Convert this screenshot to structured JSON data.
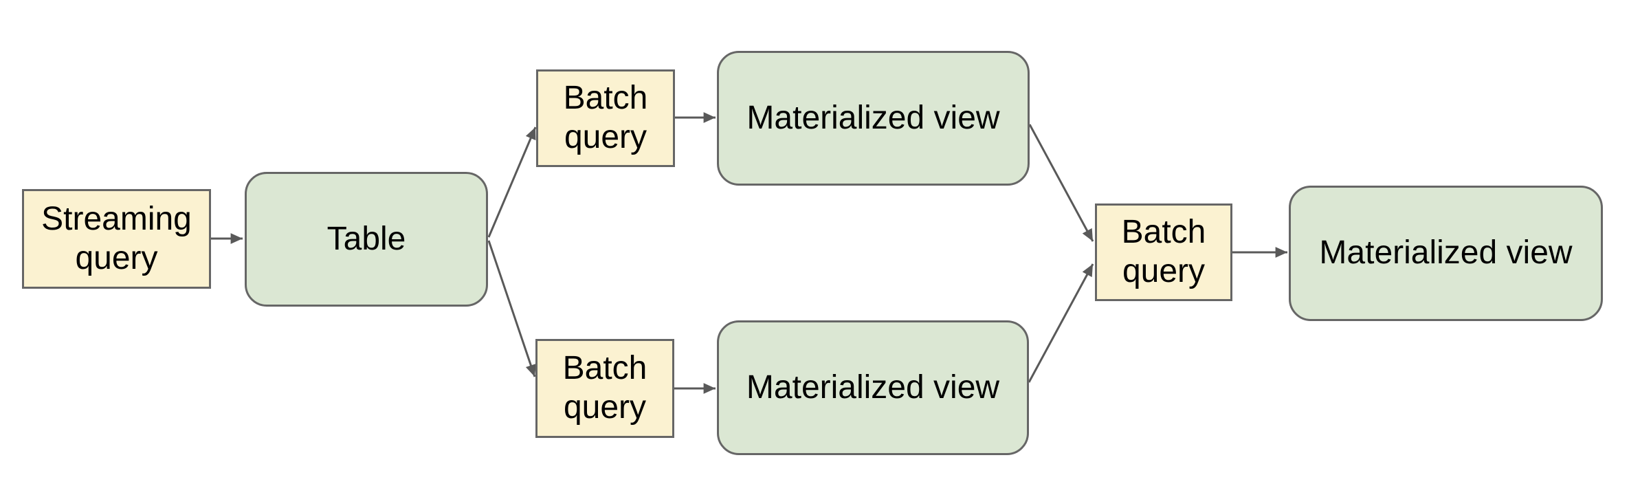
{
  "diagram": {
    "type": "flowchart",
    "background": "#ffffff",
    "colors": {
      "query_node_fill": "#fbf2d1",
      "view_node_fill": "#dbe7d3",
      "node_border": "#666666",
      "connector": "#595959",
      "text": "#000000"
    },
    "nodes": [
      {
        "id": "streaming-query",
        "label": "Streaming query",
        "shape": "rectangle"
      },
      {
        "id": "table",
        "label": "Table",
        "shape": "rounded-rectangle"
      },
      {
        "id": "batch-query-top",
        "label": "Batch query",
        "shape": "rectangle"
      },
      {
        "id": "materialized-view-top",
        "label": "Materialized view",
        "shape": "rounded-rectangle"
      },
      {
        "id": "batch-query-bottom",
        "label": "Batch query",
        "shape": "rectangle"
      },
      {
        "id": "materialized-view-bottom",
        "label": "Materialized view",
        "shape": "rounded-rectangle"
      },
      {
        "id": "batch-query-final",
        "label": "Batch query",
        "shape": "rectangle"
      },
      {
        "id": "materialized-view-final",
        "label": "Materialized view",
        "shape": "rounded-rectangle"
      }
    ],
    "edges": [
      {
        "from": "streaming-query",
        "to": "table"
      },
      {
        "from": "table",
        "to": "batch-query-top"
      },
      {
        "from": "table",
        "to": "batch-query-bottom"
      },
      {
        "from": "batch-query-top",
        "to": "materialized-view-top"
      },
      {
        "from": "batch-query-bottom",
        "to": "materialized-view-bottom"
      },
      {
        "from": "materialized-view-top",
        "to": "batch-query-final"
      },
      {
        "from": "materialized-view-bottom",
        "to": "batch-query-final"
      },
      {
        "from": "batch-query-final",
        "to": "materialized-view-final"
      }
    ]
  }
}
